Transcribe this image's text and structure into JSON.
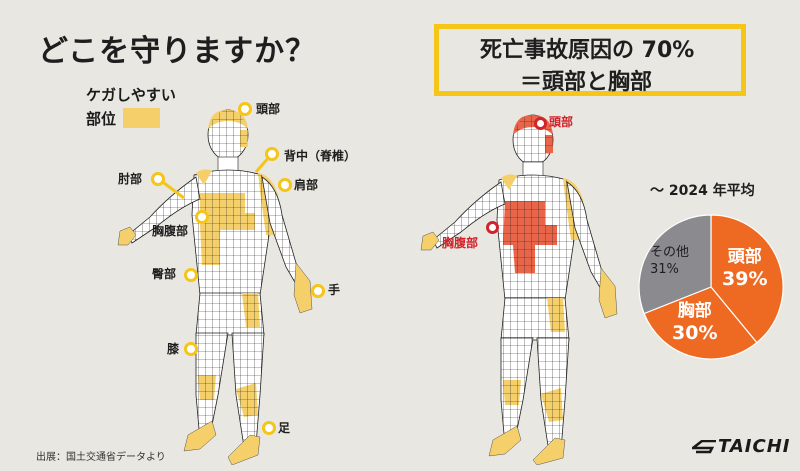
{
  "header": {
    "title": "どこを守りますか？"
  },
  "legend": {
    "line1": "ケガしやすい",
    "line2": "部位",
    "swatch_color": "#f5cf6a"
  },
  "callout": {
    "line1": "死亡事故原因の 70%",
    "line2": "＝頭部と胸部",
    "border_color": "#f5c518"
  },
  "left_figure": {
    "labels": {
      "head": "頭部",
      "back": "背中（脊椎）",
      "elbow": "肘部",
      "shoulder": "肩部",
      "chest": "胸腹部",
      "hip": "臀部",
      "hand": "手",
      "knee": "膝",
      "foot": "足"
    },
    "highlight_color": "#f5cf6a"
  },
  "right_figure": {
    "labels": {
      "head": "頭部",
      "chest": "胸腹部"
    },
    "highlight_color": "#e8654a",
    "label_color": "#d0232a"
  },
  "pie": {
    "title": "～ 2024 年平均"
  },
  "chart_data": {
    "type": "pie",
    "title": "～ 2024 年平均",
    "categories": [
      "頭部",
      "胸部",
      "その他"
    ],
    "values": [
      39,
      30,
      31
    ],
    "labels": [
      "頭部 39%",
      "胸部 30%",
      "その他 31%"
    ],
    "colors": [
      "#ee6a22",
      "#ee6a22",
      "#8a8a8f"
    ],
    "unit": "%"
  },
  "footer": {
    "source": "出展：国土交通省データより",
    "logo": "TAICHI"
  }
}
